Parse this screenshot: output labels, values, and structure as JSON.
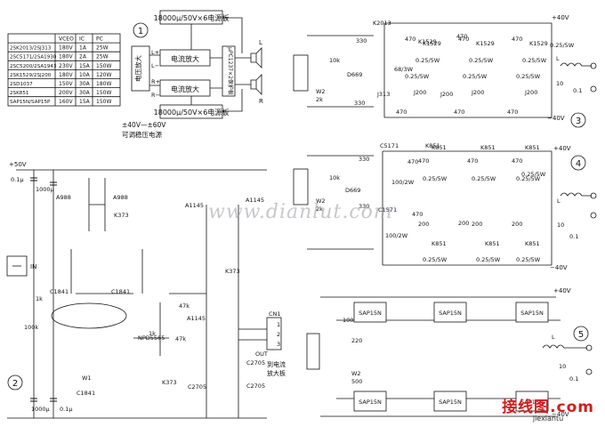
{
  "spec_table": {
    "headers": [
      "",
      "VCEO",
      "IC",
      "PC"
    ],
    "rows": [
      [
        "2SK2013/2SJ313",
        "180V",
        "1A",
        "25W"
      ],
      [
        "2SC5171/2SA1930",
        "180V",
        "2A",
        "25W"
      ],
      [
        "2SC5200/2SA1943",
        "230V",
        "15A",
        "150W"
      ],
      [
        "2SK1529/2SJ200",
        "180V",
        "10A",
        "120W"
      ],
      [
        "2SD1037",
        "150V",
        "30A",
        "180W"
      ],
      [
        "2SK851",
        "200V",
        "30A",
        "150W"
      ],
      [
        "SAP15N/SAP15P",
        "160V",
        "15A",
        "150W"
      ]
    ]
  },
  "block1": {
    "number": "1",
    "psu_top": "18000μ/50V×6电源板",
    "psu_bottom": "18000μ/50V×6电源板",
    "pre_amp": "电压放大",
    "cur_amp_top": "电流放大",
    "cur_amp_bottom": "电流放大",
    "protect": "μPC1237×2保护板",
    "adj_supply": "±40V—±60V",
    "adj_supply2": "可调稳压电源",
    "ch_L_in": "L+",
    "ch_Lm": "L−",
    "ch_R_in": "R+",
    "ch_Rm": "R−",
    "spk_L": "L",
    "spk_R": "R"
  },
  "block2": {
    "number": "2",
    "v_plus": "+50V",
    "c_in": "0.1μ",
    "c_bulk": "1000μ",
    "c_bulk2": "1000μ",
    "c_in2": "0.1μ",
    "q_a988a": "A988",
    "q_a988b": "A988",
    "q_k373a": "K373",
    "q_k373b": "K373",
    "q_k373c": "K373",
    "q_a1145a": "A1145",
    "q_a1145b": "A1145",
    "q_a1145c": "A1145",
    "q_c1841a": "C1841",
    "q_c1841b": "C1841",
    "q_c1841c": "C1841",
    "q_npd": "NPD5565",
    "r_1k_a": "1k",
    "r_100k": "100k",
    "r_47k_a": "47k",
    "r_47k_b": "47k",
    "r_1k_b": "1k",
    "trim_w1": "W1",
    "q_c2705a": "C2705",
    "q_c2705b": "C2705",
    "q_c2705c": "C2705",
    "in_label": "IN",
    "cn1": "CN1",
    "cn_pins": [
      "1",
      "2",
      "3"
    ],
    "out": "OUT",
    "to_amp1": "到电流",
    "to_amp2": "放大板"
  },
  "block3": {
    "number": "3",
    "v_pos": "+40V",
    "v_neg": "−40V",
    "q_top": "K2013",
    "q_bot": "J313",
    "q_drv": "D669",
    "r_in_top": "330",
    "r_in_bot": "330",
    "r_bias": "10k",
    "r_68": "68/3W",
    "trim": "W2",
    "trim_val": "2k",
    "fet_top": "K1529",
    "fet_bot": "J200",
    "r_gate": "470",
    "r_src": "0.25/5W",
    "coil": "L",
    "r_out": "10",
    "c_out": "0.1"
  },
  "block4": {
    "number": "4",
    "v_pos": "+40V",
    "v_neg": "−40V",
    "q_top": "C5171",
    "q_bot": "C1571",
    "q_drv": "D669",
    "r_in": "330",
    "r_in_bot": "330",
    "r_bias": "10k",
    "r_100_2": "100/2W",
    "trim": "W2",
    "trim_val": "2k",
    "fet": "K851",
    "r_gate": "470",
    "r_200": "200",
    "r_src": "0.25/5W",
    "coil": "L",
    "r_out": "10",
    "c_out": "0.1"
  },
  "block5": {
    "number": "5",
    "v_pos": "+40V",
    "v_neg": "−40V",
    "ic": "SAP15N",
    "r_100": "100",
    "r_220": "220",
    "trim": "W2",
    "trim_val": "500",
    "coil": "L",
    "r_out": "10",
    "c_out": "0.1"
  },
  "watermark": "www.dianlut.com",
  "logo": {
    "cn": "接线图",
    "dom": ".com",
    "sub": "jiexiantu"
  }
}
